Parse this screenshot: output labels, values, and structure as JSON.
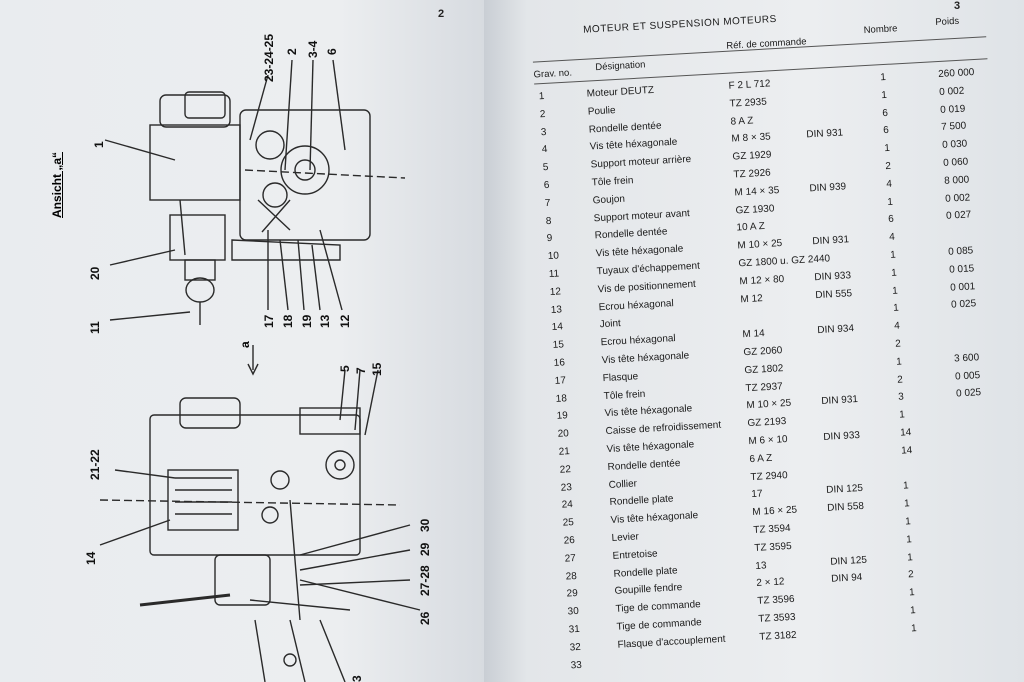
{
  "left_page": {
    "page_number": "2",
    "view_label": "Ansicht „a“",
    "arrow_label": "a",
    "upper_callouts": [
      "23-24-25",
      "2",
      "3-4",
      "6",
      "1",
      "20",
      "11",
      "17",
      "18",
      "19",
      "13",
      "12"
    ],
    "lower_callouts": [
      "5",
      "7",
      "15",
      "21-22",
      "14",
      "30",
      "29",
      "27-28",
      "26",
      "3"
    ]
  },
  "right_page": {
    "page_number": "3",
    "section_title": "MOTEUR ET SUSPENSION MOTEURS",
    "columns": {
      "no": "Grav. no.",
      "designation": "Désignation",
      "ref": "Réf. de commande",
      "qty": "Nombre",
      "weight": "Poids"
    },
    "rows": [
      {
        "no": "1",
        "designation": "Moteur DEUTZ",
        "ref": "F 2 L 712",
        "din": "",
        "qty": "1",
        "weight": "260 000"
      },
      {
        "no": "2",
        "designation": "Poulie",
        "ref": "TZ 2935",
        "din": "",
        "qty": "1",
        "weight": "0 002"
      },
      {
        "no": "3",
        "designation": "Rondelle dentée",
        "ref": "8 A Z",
        "din": "",
        "qty": "6",
        "weight": "0 019"
      },
      {
        "no": "4",
        "designation": "Vis tête héxagonale",
        "ref": "M 8 × 35",
        "din": "DIN 931",
        "qty": "6",
        "weight": "7 500"
      },
      {
        "no": "5",
        "designation": "Support moteur arrière",
        "ref": "GZ 1929",
        "din": "",
        "qty": "1",
        "weight": "0 030"
      },
      {
        "no": "6",
        "designation": "Tôle frein",
        "ref": "TZ 2926",
        "din": "",
        "qty": "2",
        "weight": "0 060"
      },
      {
        "no": "7",
        "designation": "Goujon",
        "ref": "M 14 × 35",
        "din": "DIN 939",
        "qty": "4",
        "weight": "8 000"
      },
      {
        "no": "8",
        "designation": "Support moteur avant",
        "ref": "GZ 1930",
        "din": "",
        "qty": "1",
        "weight": "0 002"
      },
      {
        "no": "9",
        "designation": "Rondelle dentée",
        "ref": "10 A Z",
        "din": "",
        "qty": "6",
        "weight": "0 027"
      },
      {
        "no": "10",
        "designation": "Vis tête héxagonale",
        "ref": "M 10 × 25",
        "din": "DIN 931",
        "qty": "4",
        "weight": ""
      },
      {
        "no": "11",
        "designation": "Tuyaux d'échappement",
        "ref": "GZ 1800 u. GZ 2440",
        "din": "",
        "qty": "1",
        "weight": "0 085"
      },
      {
        "no": "12",
        "designation": "Vis de positionnement",
        "ref": "M 12 × 80",
        "din": "DIN 933",
        "qty": "1",
        "weight": "0 015"
      },
      {
        "no": "13",
        "designation": "Ecrou héxagonal",
        "ref": "M 12",
        "din": "DIN 555",
        "qty": "1",
        "weight": "0 001"
      },
      {
        "no": "14",
        "designation": "Joint",
        "ref": "",
        "din": "",
        "qty": "1",
        "weight": "0 025"
      },
      {
        "no": "15",
        "designation": "Ecrou héxagonal",
        "ref": "M 14",
        "din": "DIN 934",
        "qty": "4",
        "weight": ""
      },
      {
        "no": "16",
        "designation": "Vis tête héxagonale",
        "ref": "GZ 2060",
        "din": "",
        "qty": "2",
        "weight": ""
      },
      {
        "no": "17",
        "designation": "Flasque",
        "ref": "GZ 1802",
        "din": "",
        "qty": "1",
        "weight": "3 600"
      },
      {
        "no": "18",
        "designation": "Tôle frein",
        "ref": "TZ 2937",
        "din": "",
        "qty": "2",
        "weight": "0 005"
      },
      {
        "no": "19",
        "designation": "Vis tête héxagonale",
        "ref": "M 10 × 25",
        "din": "DIN 931",
        "qty": "3",
        "weight": "0 025"
      },
      {
        "no": "20",
        "designation": "Caisse de refroidissement",
        "ref": "GZ 2193",
        "din": "",
        "qty": "1",
        "weight": ""
      },
      {
        "no": "21",
        "designation": "Vis tête héxagonale",
        "ref": "M 6 × 10",
        "din": "DIN 933",
        "qty": "14",
        "weight": ""
      },
      {
        "no": "22",
        "designation": "Rondelle dentée",
        "ref": "6 A Z",
        "din": "",
        "qty": "14",
        "weight": ""
      },
      {
        "no": "23",
        "designation": "Collier",
        "ref": "TZ 2940",
        "din": "",
        "qty": "",
        "weight": ""
      },
      {
        "no": "24",
        "designation": "Rondelle plate",
        "ref": "17",
        "din": "DIN 125",
        "qty": "1",
        "weight": ""
      },
      {
        "no": "25",
        "designation": "Vis tête héxagonale",
        "ref": "M 16 × 25",
        "din": "DIN 558",
        "qty": "1",
        "weight": ""
      },
      {
        "no": "26",
        "designation": "Levier",
        "ref": "TZ 3594",
        "din": "",
        "qty": "1",
        "weight": ""
      },
      {
        "no": "27",
        "designation": "Entretoise",
        "ref": "TZ 3595",
        "din": "",
        "qty": "1",
        "weight": ""
      },
      {
        "no": "28",
        "designation": "Rondelle plate",
        "ref": "13",
        "din": "DIN 125",
        "qty": "1",
        "weight": ""
      },
      {
        "no": "29",
        "designation": "Goupille fendre",
        "ref": "2 × 12",
        "din": "DIN 94",
        "qty": "2",
        "weight": ""
      },
      {
        "no": "30",
        "designation": "Tige de commande",
        "ref": "TZ 3596",
        "din": "",
        "qty": "1",
        "weight": ""
      },
      {
        "no": "31",
        "designation": "Tige de commande",
        "ref": "TZ 3593",
        "din": "",
        "qty": "1",
        "weight": ""
      },
      {
        "no": "32",
        "designation": "Flasque d'accouplement",
        "ref": "TZ 3182",
        "din": "",
        "qty": "1",
        "weight": ""
      },
      {
        "no": "33",
        "designation": "",
        "ref": "",
        "din": "",
        "qty": "",
        "weight": ""
      }
    ]
  }
}
